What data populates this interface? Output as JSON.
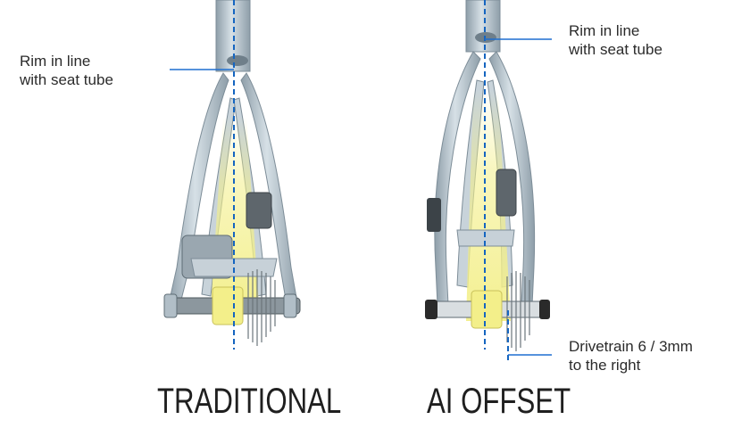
{
  "left_panel": {
    "callout": "Rim in line\nwith seat tube",
    "title": "TRADITIONAL"
  },
  "right_panel": {
    "callout_top": "Rim in line\nwith seat tube",
    "callout_bottom": "Drivetrain 6 / 3mm\nto the right",
    "title": "AI OFFSET"
  },
  "colors": {
    "frame": "#b9c6cf",
    "frame_edge": "#7d8d98",
    "highlight": "#f3ef8a",
    "centerline": "#1565c0",
    "callout_line": "#1e6fd0",
    "hub": "#2a2a2a"
  }
}
